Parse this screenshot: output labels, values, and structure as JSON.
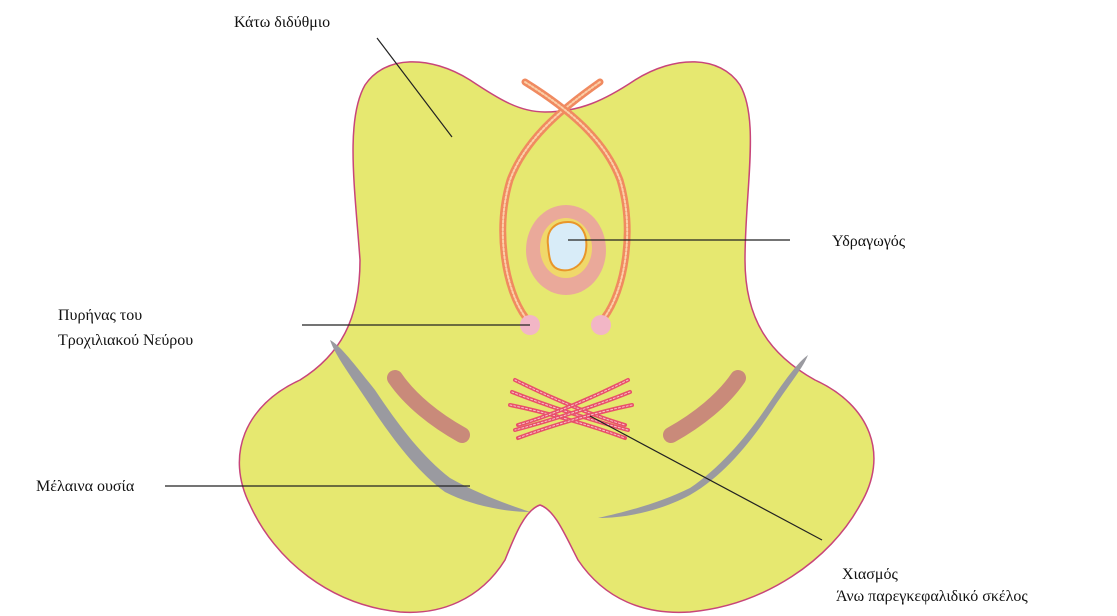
{
  "labels": {
    "inferior_colliculus": "Κάτω διδύθμιο",
    "aqueduct": "Υδραγωγός",
    "trochlear_nucleus_line1": "Πυρήνας του",
    "trochlear_nucleus_line2": "Τροχιλιακού Νεύρου",
    "substantia_nigra": "Μέλαινα ουσία",
    "decussation_line1": "Χιασμός",
    "decussation_line2": "Άνω παρεγκεφαλιδικό σκέλος"
  },
  "colors": {
    "tissue_fill": "#e6e870",
    "tissue_outline": "#c8457a",
    "aqueduct_fill": "#d8ecf8",
    "periaqueductal_ring": "#eaa99a",
    "nerve_fiber": "#f08a60",
    "nucleus_fill": "#f2b6c6",
    "substantia_nigra": "#9a9aa0",
    "red_nucleus_band": "#c98a7a",
    "decussation_fiber": "#e8506a"
  }
}
